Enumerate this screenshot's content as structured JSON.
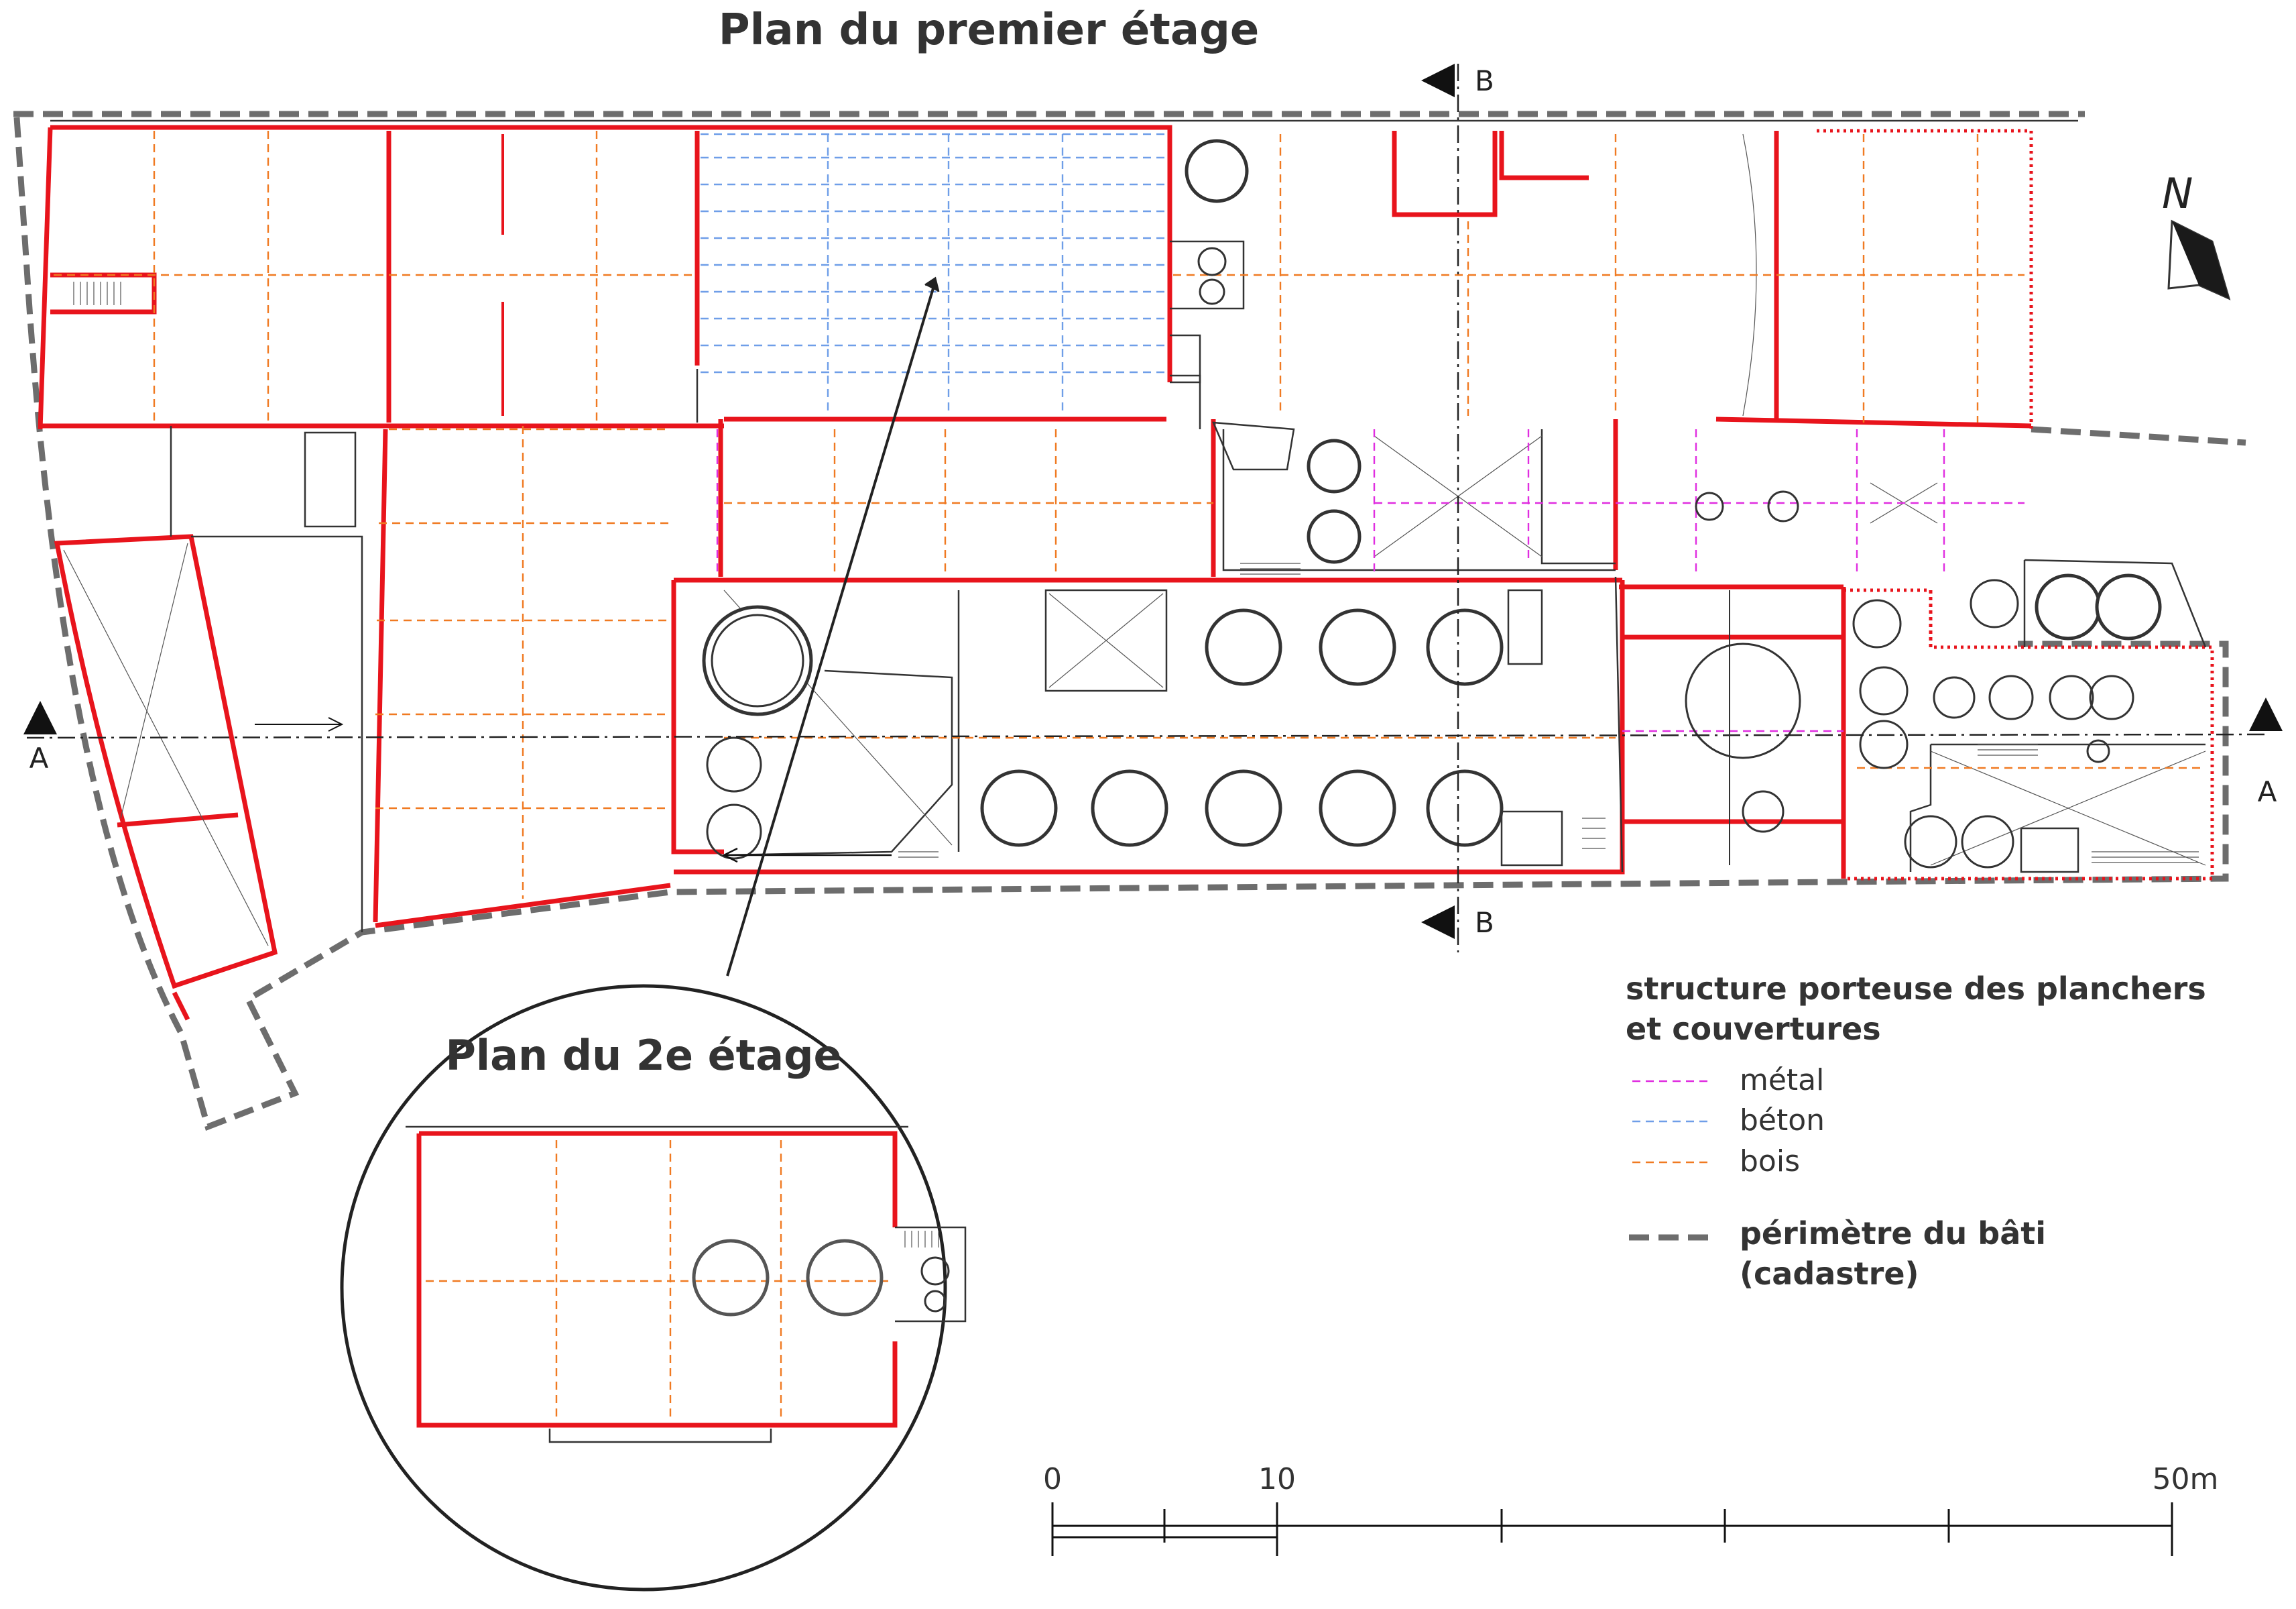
{
  "title_main": "Plan du premier étage",
  "title_inset": "Plan du 2e étage",
  "north_label": "N",
  "section_a": "A",
  "section_b": "B",
  "legend": {
    "heading_line1": "structure porteuse des planchers",
    "heading_line2": "et couvertures",
    "metal": "métal",
    "beton": "béton",
    "bois": "bois",
    "perimeter_line1": "périmètre du bâti",
    "perimeter_line2": "(cadastre)",
    "colors": {
      "metal": "#e02ee0",
      "beton": "#6f9ee8",
      "bois": "#f07a22",
      "perimeter": "#6d6d6d",
      "walls": "#e8141c"
    }
  },
  "scale": {
    "label_0": "0",
    "label_10": "10",
    "label_50": "50m"
  }
}
